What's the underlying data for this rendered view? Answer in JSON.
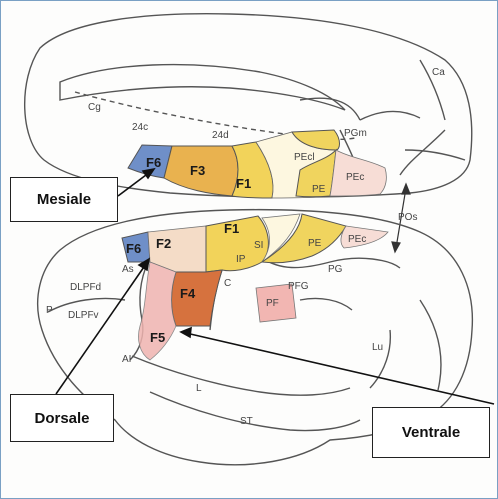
{
  "callouts": {
    "mesiale": "Mesiale",
    "dorsale": "Dorsale",
    "ventrale": "Ventrale"
  },
  "mesial_labels": {
    "ca": "Ca",
    "cg": "Cg",
    "a24c": "24c",
    "a24d": "24d",
    "pgm": "PGm",
    "f6": "F6",
    "f3": "F3",
    "f1": "F1",
    "pecl": "PEcl",
    "pe": "PE",
    "pec": "PEc"
  },
  "lateral_labels": {
    "pos": "POs",
    "f6": "F6",
    "f2": "F2",
    "f1": "F1",
    "si": "SI",
    "pe": "PE",
    "pec": "PEc",
    "as": "As",
    "ip": "IP",
    "c": "C",
    "pg": "PG",
    "pfg": "PFG",
    "pf": "PF",
    "f4": "F4",
    "f5": "F5",
    "dlpfd": "DLPFd",
    "dlpfv": "DLPFv",
    "p": "P",
    "ai": "AI",
    "l": "L",
    "lu": "Lu",
    "st": "ST"
  },
  "colors": {
    "f6": "#6f8fc8",
    "f3": "#e9b24f",
    "f1": "#f2d35a",
    "pe": "#f0d45e",
    "f2": "#f4dcc7",
    "f4": "#d6723e",
    "f5": "#f0b4b0",
    "pf": "#f2b6b2",
    "pec": "#f7ddd6"
  }
}
